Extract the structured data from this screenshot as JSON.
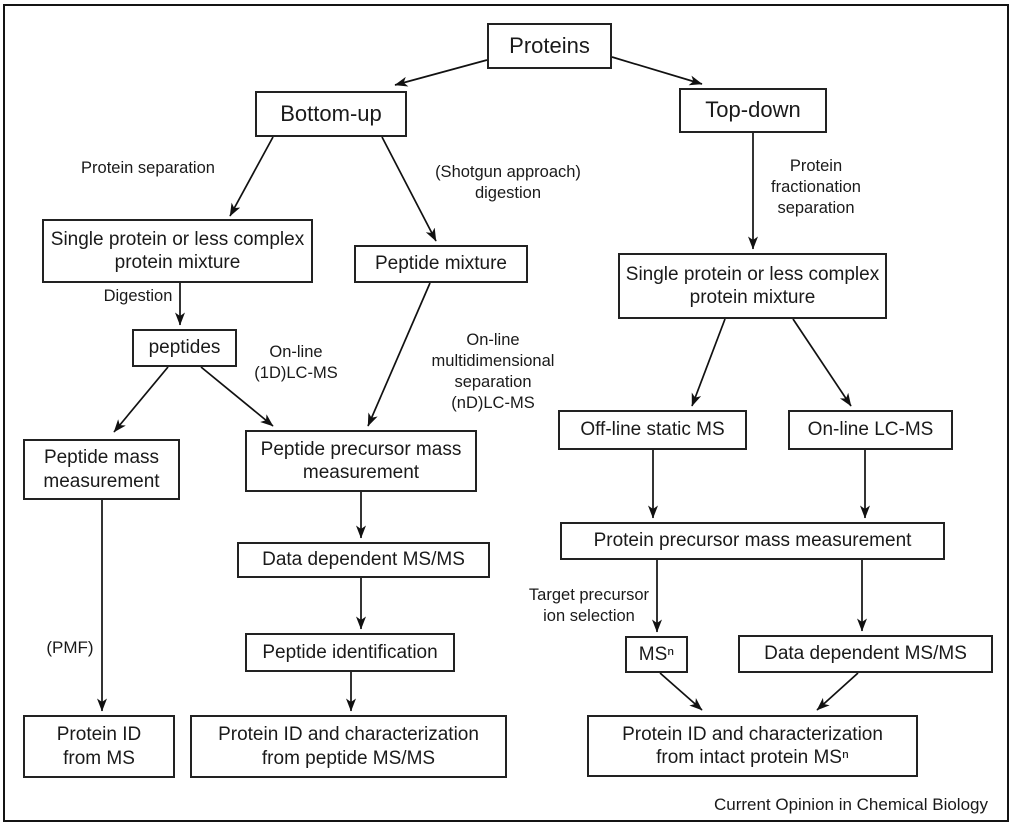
{
  "diagram": {
    "nodes": {
      "proteins": "Proteins",
      "bottom_up": "Bottom-up",
      "top_down": "Top-down",
      "single_protein_left": "Single protein or less complex protein mixture",
      "peptide_mixture": "Peptide mixture",
      "peptides": "peptides",
      "peptide_mass": "Peptide mass measurement",
      "peptide_precursor": "Peptide precursor mass measurement",
      "single_protein_right": "Single protein or less complex protein mixture",
      "offline_static_ms": "Off-line static MS",
      "online_lc_ms": "On-line LC-MS",
      "protein_precursor": "Protein precursor mass measurement",
      "data_dependent_left": "Data dependent MS/MS",
      "msn": "MSⁿ",
      "data_dependent_right": "Data dependent MS/MS",
      "peptide_identification": "Peptide identification",
      "protein_id_from_ms": "Protein ID\nfrom MS",
      "protein_id_peptide": "Protein ID and characterization\nfrom peptide MS/MS",
      "protein_id_intact": "Protein ID and characterization\nfrom intact protein MSⁿ"
    },
    "labels": {
      "protein_separation": "Protein separation",
      "digestion": "Digestion",
      "shotgun": "(Shotgun approach)\ndigestion",
      "protein_fractionation": "Protein\nfractionation\nseparation",
      "online_1d": "On-line\n(1D)LC-MS",
      "online_nd": "On-line\nmultidimensional\nseparation\n(nD)LC-MS",
      "target_precursor": "Target precursor\nion selection",
      "pmf": "(PMF)"
    },
    "footer": "Current Opinion in Chemical Biology"
  }
}
